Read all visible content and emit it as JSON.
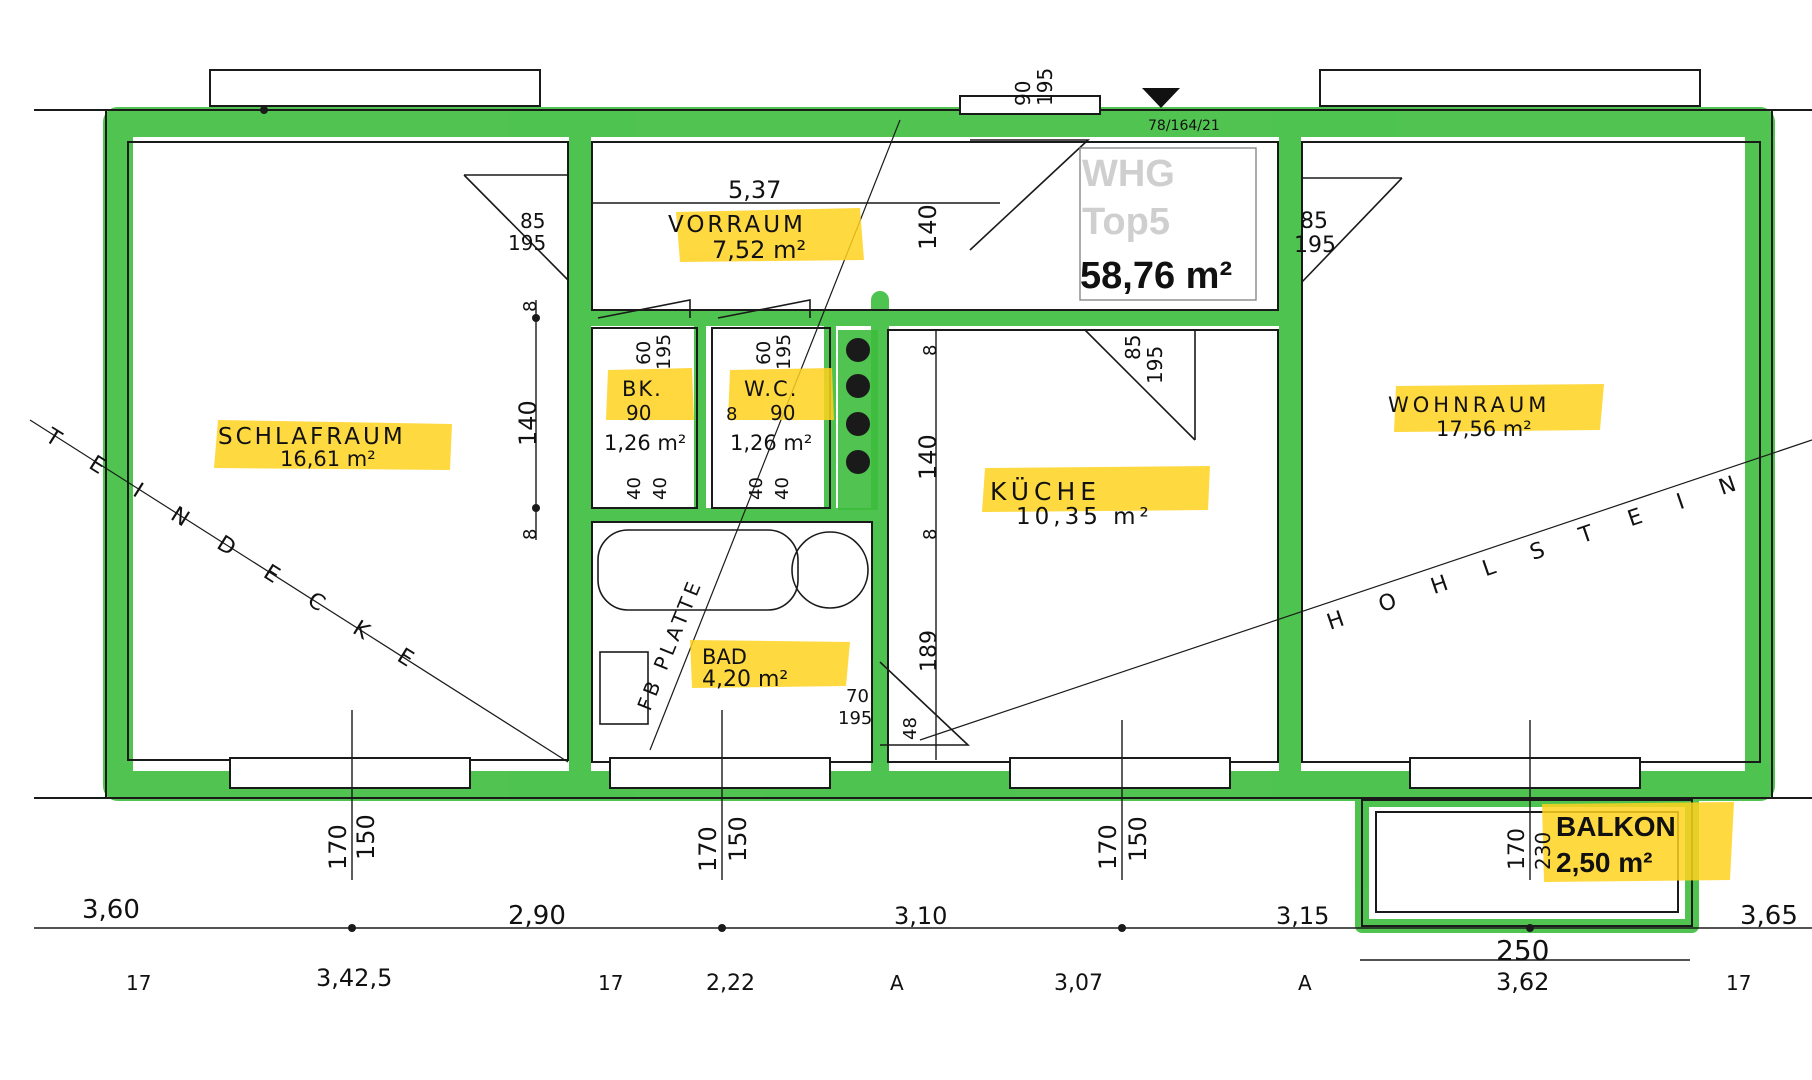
{
  "unit_box": {
    "name": "WHG",
    "top": "Top5",
    "area": "58,76 m²"
  },
  "header_code": "78/164/21",
  "rooms": {
    "schlafraum": {
      "name": "SCHLAFRAUM",
      "area": "16,61 m²"
    },
    "vorraum": {
      "name": "VORRAUM",
      "area": "7,52 m²"
    },
    "bk": {
      "name": "BK.",
      "door": "90",
      "area": "1,26 m²"
    },
    "wc": {
      "name": "W.C.",
      "door": "90",
      "area": "1,26 m²"
    },
    "kueche": {
      "name": "KÜCHE",
      "area": "10,35 m²"
    },
    "wohnraum": {
      "name": "WOHNRAUM",
      "area": "17,56 m²"
    },
    "bad": {
      "name": "BAD",
      "area": "4,20 m²"
    },
    "balkon": {
      "name": "BALKON",
      "area": "2,50 m²"
    }
  },
  "annotations": {
    "diag_left": "TEINDECKE",
    "diag_right": "HOHLSTEIN",
    "fb_platte": "FB PLATTE"
  },
  "dims": {
    "bottom_row": [
      "3,60",
      "2,90",
      "3,10",
      "3,15",
      "3,65"
    ],
    "bottom_row2": [
      "17",
      "3,42,5",
      "17",
      "2,22",
      "A",
      "3,07",
      "A",
      "3,62",
      "17"
    ],
    "window_pairs": [
      [
        "170",
        "150"
      ],
      [
        "170",
        "150"
      ],
      [
        "170",
        "150"
      ],
      [
        "170",
        "230"
      ]
    ],
    "balkon_width": "250",
    "vorraum_width": "5,37",
    "door_left": [
      "85",
      "195"
    ],
    "door_right": [
      "85",
      "195"
    ],
    "door_kitchen": [
      "85",
      "195"
    ],
    "door_bk": [
      "60",
      "195"
    ],
    "door_wc": [
      "60",
      "195"
    ],
    "bad_door": [
      "70",
      "195"
    ],
    "entrance_door": [
      "90",
      "195"
    ],
    "vert_left": [
      "8",
      "140",
      "8"
    ],
    "vert_kitchen": [
      "140",
      "8",
      "140",
      "8",
      "189",
      "48"
    ],
    "small_40": [
      "40",
      "40",
      "40",
      "40"
    ],
    "wc_8": "8"
  }
}
